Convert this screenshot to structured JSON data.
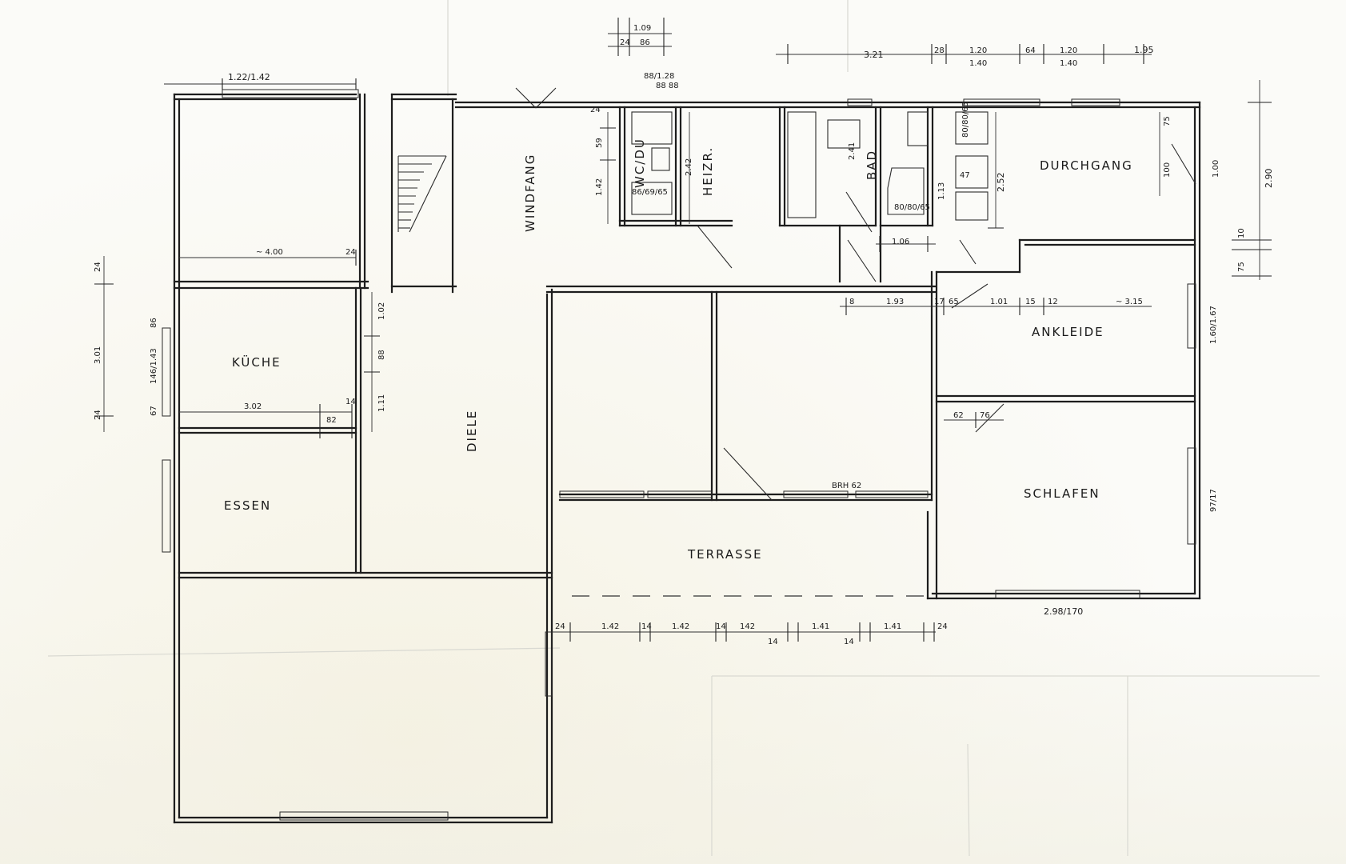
{
  "rooms": {
    "kueche": "KÜCHE",
    "essen": "ESSEN",
    "diele": "DIELE",
    "windfang": "WINDFANG",
    "wc_du": "WC/DU",
    "heizr": "HEIZR.",
    "bad": "BAD",
    "durchgang": "DURCHGANG",
    "ankleide": "ANKLEIDE",
    "schlafen": "SCHLAFEN",
    "terrasse": "TERRASSE"
  },
  "dimensions": {
    "top_kitchen_window": "1.22/1.42",
    "top_door_a": "1.09",
    "top_door_b": "24",
    "top_door_c": "86",
    "top_wc": "88/1.28",
    "top_wc_b": "88 88",
    "top_321": "3.21",
    "top_28": "28",
    "top_120a": "1.20",
    "top_140a": "1.40",
    "top_64": "64",
    "top_120b": "1.20",
    "top_140b": "1.40",
    "top_195": "1.95",
    "kitchen_width": "~ 4.00",
    "kitchen_24": "24",
    "left_301": "3.01",
    "left_86": "86",
    "left_win": "146/1.43",
    "left_67": "67",
    "left_24a": "24",
    "left_24b": "24",
    "inner_302": "3.02",
    "inner_82": "82",
    "inner_14": "14",
    "inner_102": "1.02",
    "inner_88": "88",
    "inner_111": "1.11",
    "wc_142": "1.42",
    "wc_59": "59",
    "wc_24": "24",
    "heizr_242": "2.42",
    "wc_fixture": "86/69/65",
    "bad_241": "2.41",
    "bad_tub": "80/80/65",
    "bad_106": "1.06",
    "bad_113": "1.13",
    "bad_47": "47",
    "bad_80": "80/80/65",
    "durch_252": "2.52",
    "durch_75": "75",
    "durch_100a": "100",
    "durch_100b": "1.00",
    "right_290": "2.90",
    "right_10": "10",
    "right_75": "75",
    "ank_8": "8",
    "ank_193": "1.93",
    "ank_17": "17",
    "ank_65": "65",
    "ank_101": "1.01",
    "ank_15": "15",
    "ank_12": "12",
    "ank_315": "~ 3.15",
    "ank_win": "1.60/1.67",
    "sch_62": "62",
    "sch_76": "76",
    "sch_win_r": "97/17",
    "sch_win_b": "2.98/170",
    "brh_62": "BRH 62",
    "ter_24a": "24",
    "ter_142a": "1.42",
    "ter_14a": "14",
    "ter_142b": "1.42",
    "ter_14b": "14",
    "ter_142c": "142",
    "ter_14c": "14",
    "ter_141a": "1.41",
    "ter_14d": "14",
    "ter_141b": "1.41",
    "ter_24b": "24"
  }
}
